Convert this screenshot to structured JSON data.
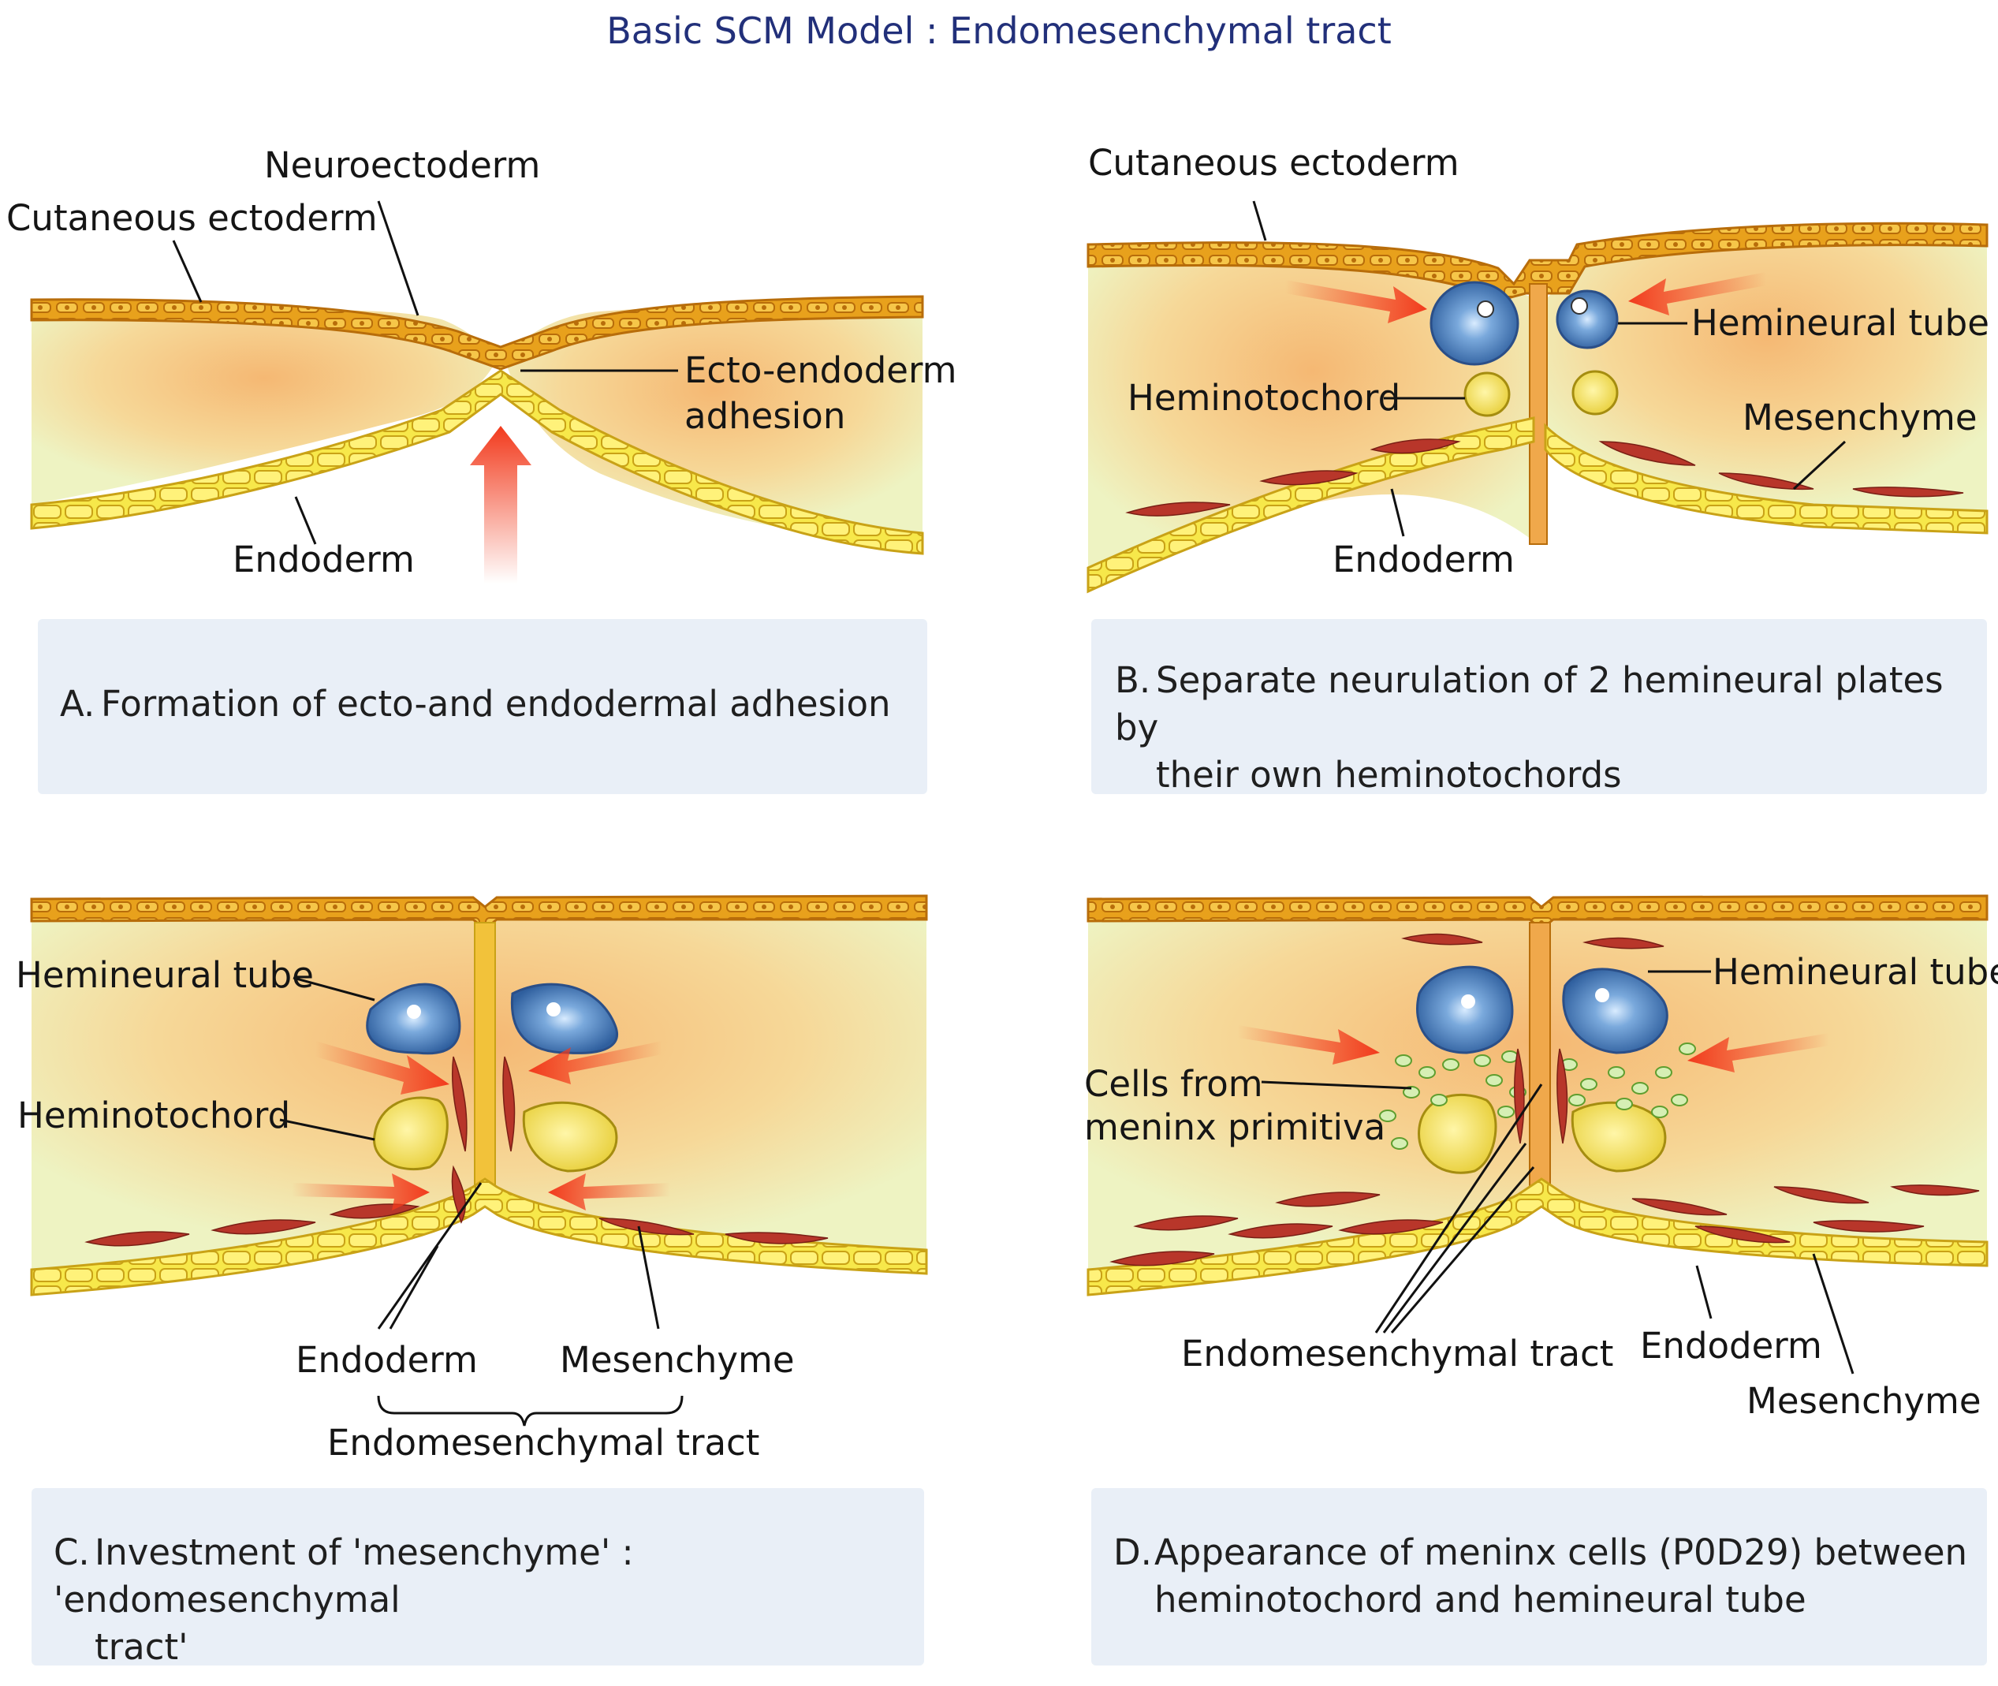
{
  "title": "Basic SCM Model : Endomesenchymal tract",
  "panels": {
    "A": {
      "labels": {
        "neuroectoderm": "Neuroectoderm",
        "cutaneous_ectoderm": "Cutaneous ectoderm",
        "ecto_endoderm_1": "Ecto-endoderm",
        "ecto_endoderm_2": "adhesion",
        "endoderm": "Endoderm"
      },
      "caption": {
        "letter": "A.",
        "line1": "Formation of ecto-and endodermal adhesion",
        "line2": ""
      }
    },
    "B": {
      "labels": {
        "cutaneous_ectoderm": "Cutaneous ectoderm",
        "hemineural_tube": "Hemineural tube",
        "heminotochord": "Heminotochord",
        "mesenchyme": "Mesenchyme",
        "endoderm": "Endoderm"
      },
      "caption": {
        "letter": "B.",
        "line1": "Separate neurulation of 2 hemineural plates by",
        "line2": "their own heminotochords"
      }
    },
    "C": {
      "labels": {
        "hemineural_tube": "Hemineural tube",
        "heminotochord": "Heminotochord",
        "endoderm": "Endoderm",
        "mesenchyme": "Mesenchyme",
        "endomesenchymal_tract": "Endomesenchymal tract"
      },
      "caption": {
        "letter": "C.",
        "line1": "Investment of 'mesenchyme' : 'endomesenchymal",
        "line2": "tract'"
      }
    },
    "D": {
      "labels": {
        "hemineural_tube": "Hemineural tube",
        "cells_from_1": "Cells from",
        "cells_from_2": "meninx primitiva",
        "endomesenchymal_tract": "Endomesenchymal tract",
        "endoderm": "Endoderm",
        "mesenchyme": "Mesenchyme"
      },
      "caption": {
        "letter": "D.",
        "line1": "Appearance of meninx cells (P0D29) between",
        "line2": "heminotochord and hemineural tube"
      }
    }
  },
  "colors": {
    "title": "#22307a",
    "caption_bg": "#e9eff7",
    "ectoderm": "#e8a11c",
    "endoderm": "#f2dc2e",
    "mesoderm_fill": "#f3c77a",
    "arrow": "#f23a1c",
    "neural_tube": "#4f86c4",
    "notochord": "#f1e36a",
    "mesenchyme_cell": "#b8362a",
    "meninx_cell": "#7cc04a"
  },
  "icons": [
    "red-arrow-icon",
    "hemineural-tube-icon",
    "heminotochord-icon",
    "mesenchyme-cell-icon",
    "meninx-cell-icon"
  ]
}
